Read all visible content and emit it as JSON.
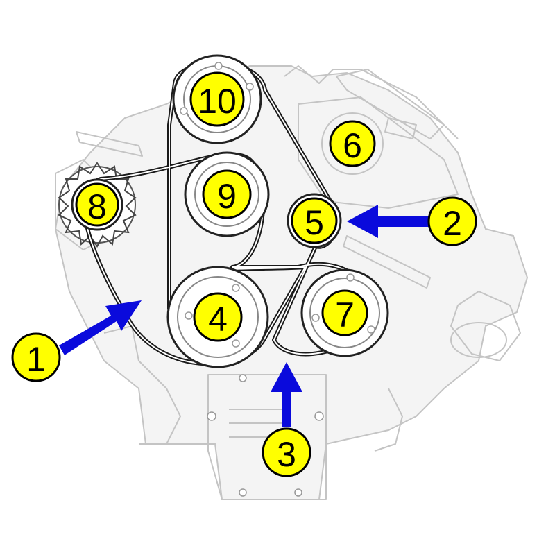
{
  "colors": {
    "badge_fill": "#ffff00",
    "arrow": "#0a0adc",
    "belt": "#1a1a1a",
    "engine_outline": "#c4c4c4"
  },
  "pulley_labels": {
    "p4": "4",
    "p5": "5",
    "p6": "6",
    "p7": "7",
    "p8": "8",
    "p9": "9",
    "p10": "10"
  },
  "arrow_labels": {
    "a1": "1",
    "a2": "2",
    "a3": "3"
  }
}
